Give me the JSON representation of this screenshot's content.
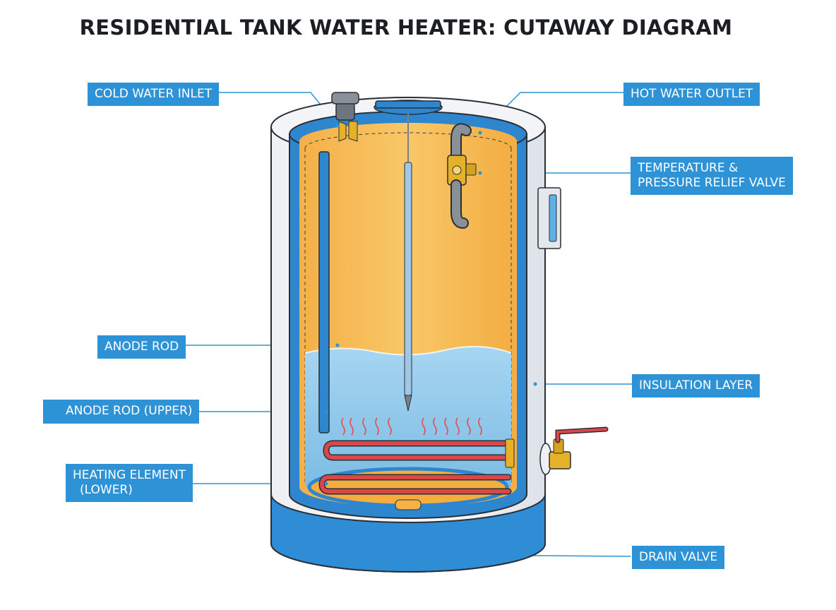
{
  "title": "RESIDENTIAL TANK WATER HEATER: CUTAWAY DIAGRAM",
  "labels": {
    "cold_water_inlet": "COLD WATER INLET",
    "hot_water_outlet": "HOT WATER OUTLET",
    "tp_valve_line1": "TEMPERATURE &",
    "tp_valve_line2": "PRESSURE RELIEF VALVE",
    "anode_rod": "ANODE ROD",
    "insulation_layer": "INSULATION LAYER",
    "anode_rod_upper": "ANODE ROD (UPPER)",
    "heating_element_line1": "HEATING ELEMENT",
    "heating_element_line2": "(LOWER)",
    "drain_valve": "DRAIN VALVE"
  },
  "colors": {
    "label_bg": "#2e92d6",
    "leader": "#2e92d6",
    "shell": "#e6e9ee",
    "liner": "#2e86cf",
    "hot_water": "#f6b94e",
    "cool_water": "#8fc8ea",
    "heating_coil": "#d9474a",
    "brass": "#e4b128"
  },
  "icons": {
    "cold_inlet": "pipe-icon",
    "hot_outlet": "pipe-icon",
    "relief_valve": "valve-icon",
    "drain": "valve-icon",
    "thermostat": "control-panel-icon"
  }
}
